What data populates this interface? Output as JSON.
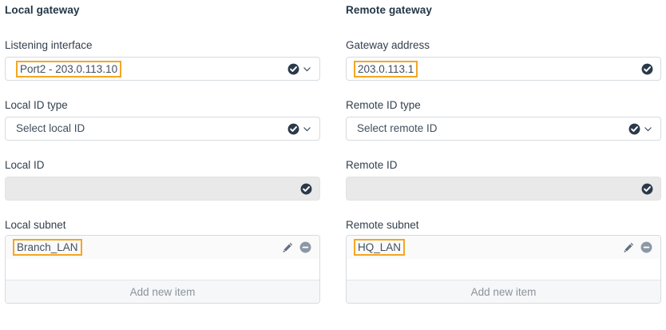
{
  "colors": {
    "highlight": "#f5a623",
    "check_badge": "#2b3a4a",
    "check_glyph": "#ffffff",
    "minus_badge": "#8b98a5",
    "pencil": "#5f7082",
    "field_border": "#d6dbe0",
    "disabled_bg": "#e9e9e9",
    "text": "#33404d",
    "muted_text": "#8a939c",
    "heading": "#243746"
  },
  "local_gateway": {
    "heading": "Local gateway",
    "listening_interface": {
      "label": "Listening interface",
      "value": "Port2 - 203.0.113.10",
      "highlighted": true,
      "status_icon": "check-circle-icon",
      "dropdown_icon": "chevron-down-icon"
    },
    "local_id_type": {
      "label": "Local ID type",
      "value": "Select local ID",
      "highlighted": false,
      "status_icon": "check-circle-icon",
      "dropdown_icon": "chevron-down-icon"
    },
    "local_id": {
      "label": "Local ID",
      "value": "",
      "disabled": true,
      "status_icon": "check-circle-icon"
    },
    "local_subnet": {
      "label": "Local subnet",
      "items": [
        {
          "text": "Branch_LAN",
          "highlighted": true,
          "edit_icon": "pencil-icon",
          "remove_icon": "minus-circle-icon"
        }
      ],
      "add_label": "Add new item"
    }
  },
  "remote_gateway": {
    "heading": "Remote gateway",
    "gateway_address": {
      "label": "Gateway address",
      "value": "203.0.113.1",
      "highlighted": true,
      "status_icon": "check-circle-icon"
    },
    "remote_id_type": {
      "label": "Remote ID type",
      "value": "Select remote ID",
      "highlighted": false,
      "status_icon": "check-circle-icon",
      "dropdown_icon": "chevron-down-icon"
    },
    "remote_id": {
      "label": "Remote ID",
      "value": "",
      "disabled": true,
      "status_icon": "check-circle-icon"
    },
    "remote_subnet": {
      "label": "Remote subnet",
      "items": [
        {
          "text": "HQ_LAN",
          "highlighted": true,
          "edit_icon": "pencil-icon",
          "remove_icon": "minus-circle-icon"
        }
      ],
      "add_label": "Add new item"
    }
  }
}
